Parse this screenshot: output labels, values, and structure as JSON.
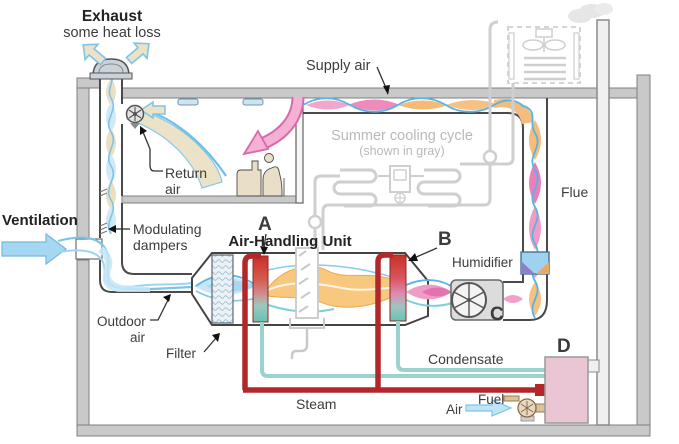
{
  "diagram": {
    "labels": {
      "exhaust_title": "Exhaust",
      "exhaust_sub": "some heat loss",
      "supply_air": "Supply air",
      "summer_line1": "Summer cooling cycle",
      "summer_line2": "(shown in gray)",
      "return_line1": "Return",
      "return_line2": "air",
      "ventilation": "Ventilation",
      "modulating_line1": "Modulating",
      "modulating_line2": "dampers",
      "ahu": "Air-Handling Unit",
      "humidifier": "Humidifier",
      "flue": "Flue",
      "outdoor_line1": "Outdoor",
      "outdoor_line2": "air",
      "filter": "Filter",
      "condensate": "Condensate",
      "steam": "Steam",
      "fuel": "Fuel",
      "air": "Air"
    },
    "markers": {
      "a": "A",
      "b": "B",
      "c": "C",
      "d": "D"
    },
    "colors": {
      "marker_red": "#e41c1c",
      "label_dark": "#3c3c3c",
      "summer_gray": "#cfcfcf",
      "wall_gray": "#c9c9c9",
      "steam_red": "#b2282a",
      "condensate_teal": "#9ad2ce",
      "boiler_pink": "#eac6d4",
      "air_blue": "#a6d7f2",
      "warm_orange": "#f6c17c",
      "supply_pink": "#f0a0c8",
      "exhaust_beige": "#ebdfc2"
    }
  }
}
